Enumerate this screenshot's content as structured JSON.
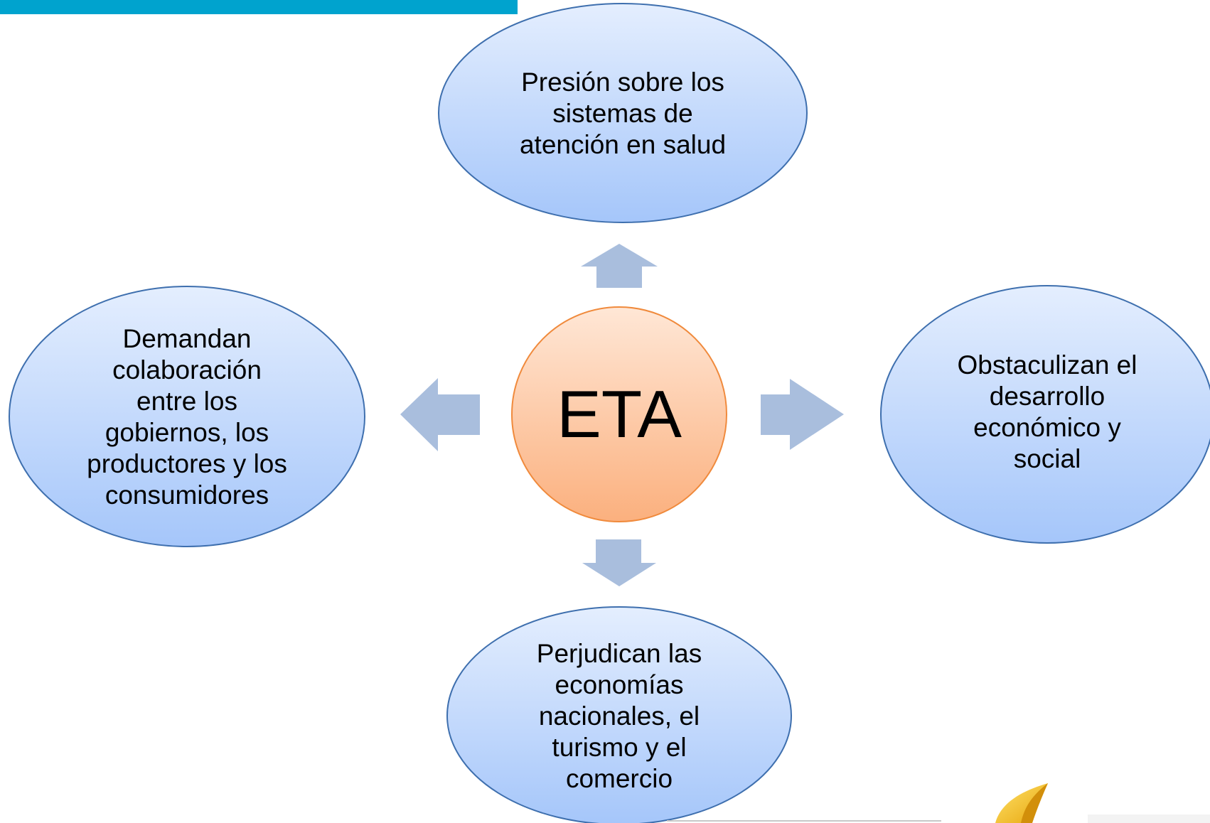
{
  "colors": {
    "top_bar": "#00A3CE",
    "ellipse_fill_top": "#E4EEFE",
    "ellipse_fill_bottom": "#A5C6FA",
    "ellipse_stroke": "#3E6FAE",
    "center_fill_top": "#FFE7D6",
    "center_fill_bottom": "#FBB07E",
    "center_stroke": "#F08A3C",
    "arrow": "#A9BEDD"
  },
  "diagram": {
    "center": {
      "label": "ETA"
    },
    "nodes": {
      "top": {
        "label": "Presión sobre los\nsistemas de\natención en salud"
      },
      "left": {
        "label": "Demandan\ncolaboración\nentre los\ngobiernos, los\nproductores y los\nconsumidores"
      },
      "right": {
        "label": "Obstaculizan el\ndesarrollo\neconómico y\nsocial"
      },
      "bottom": {
        "label": "Perjudican las\neconomías\nnacionales, el\nturismo y el\ncomercio"
      }
    }
  }
}
